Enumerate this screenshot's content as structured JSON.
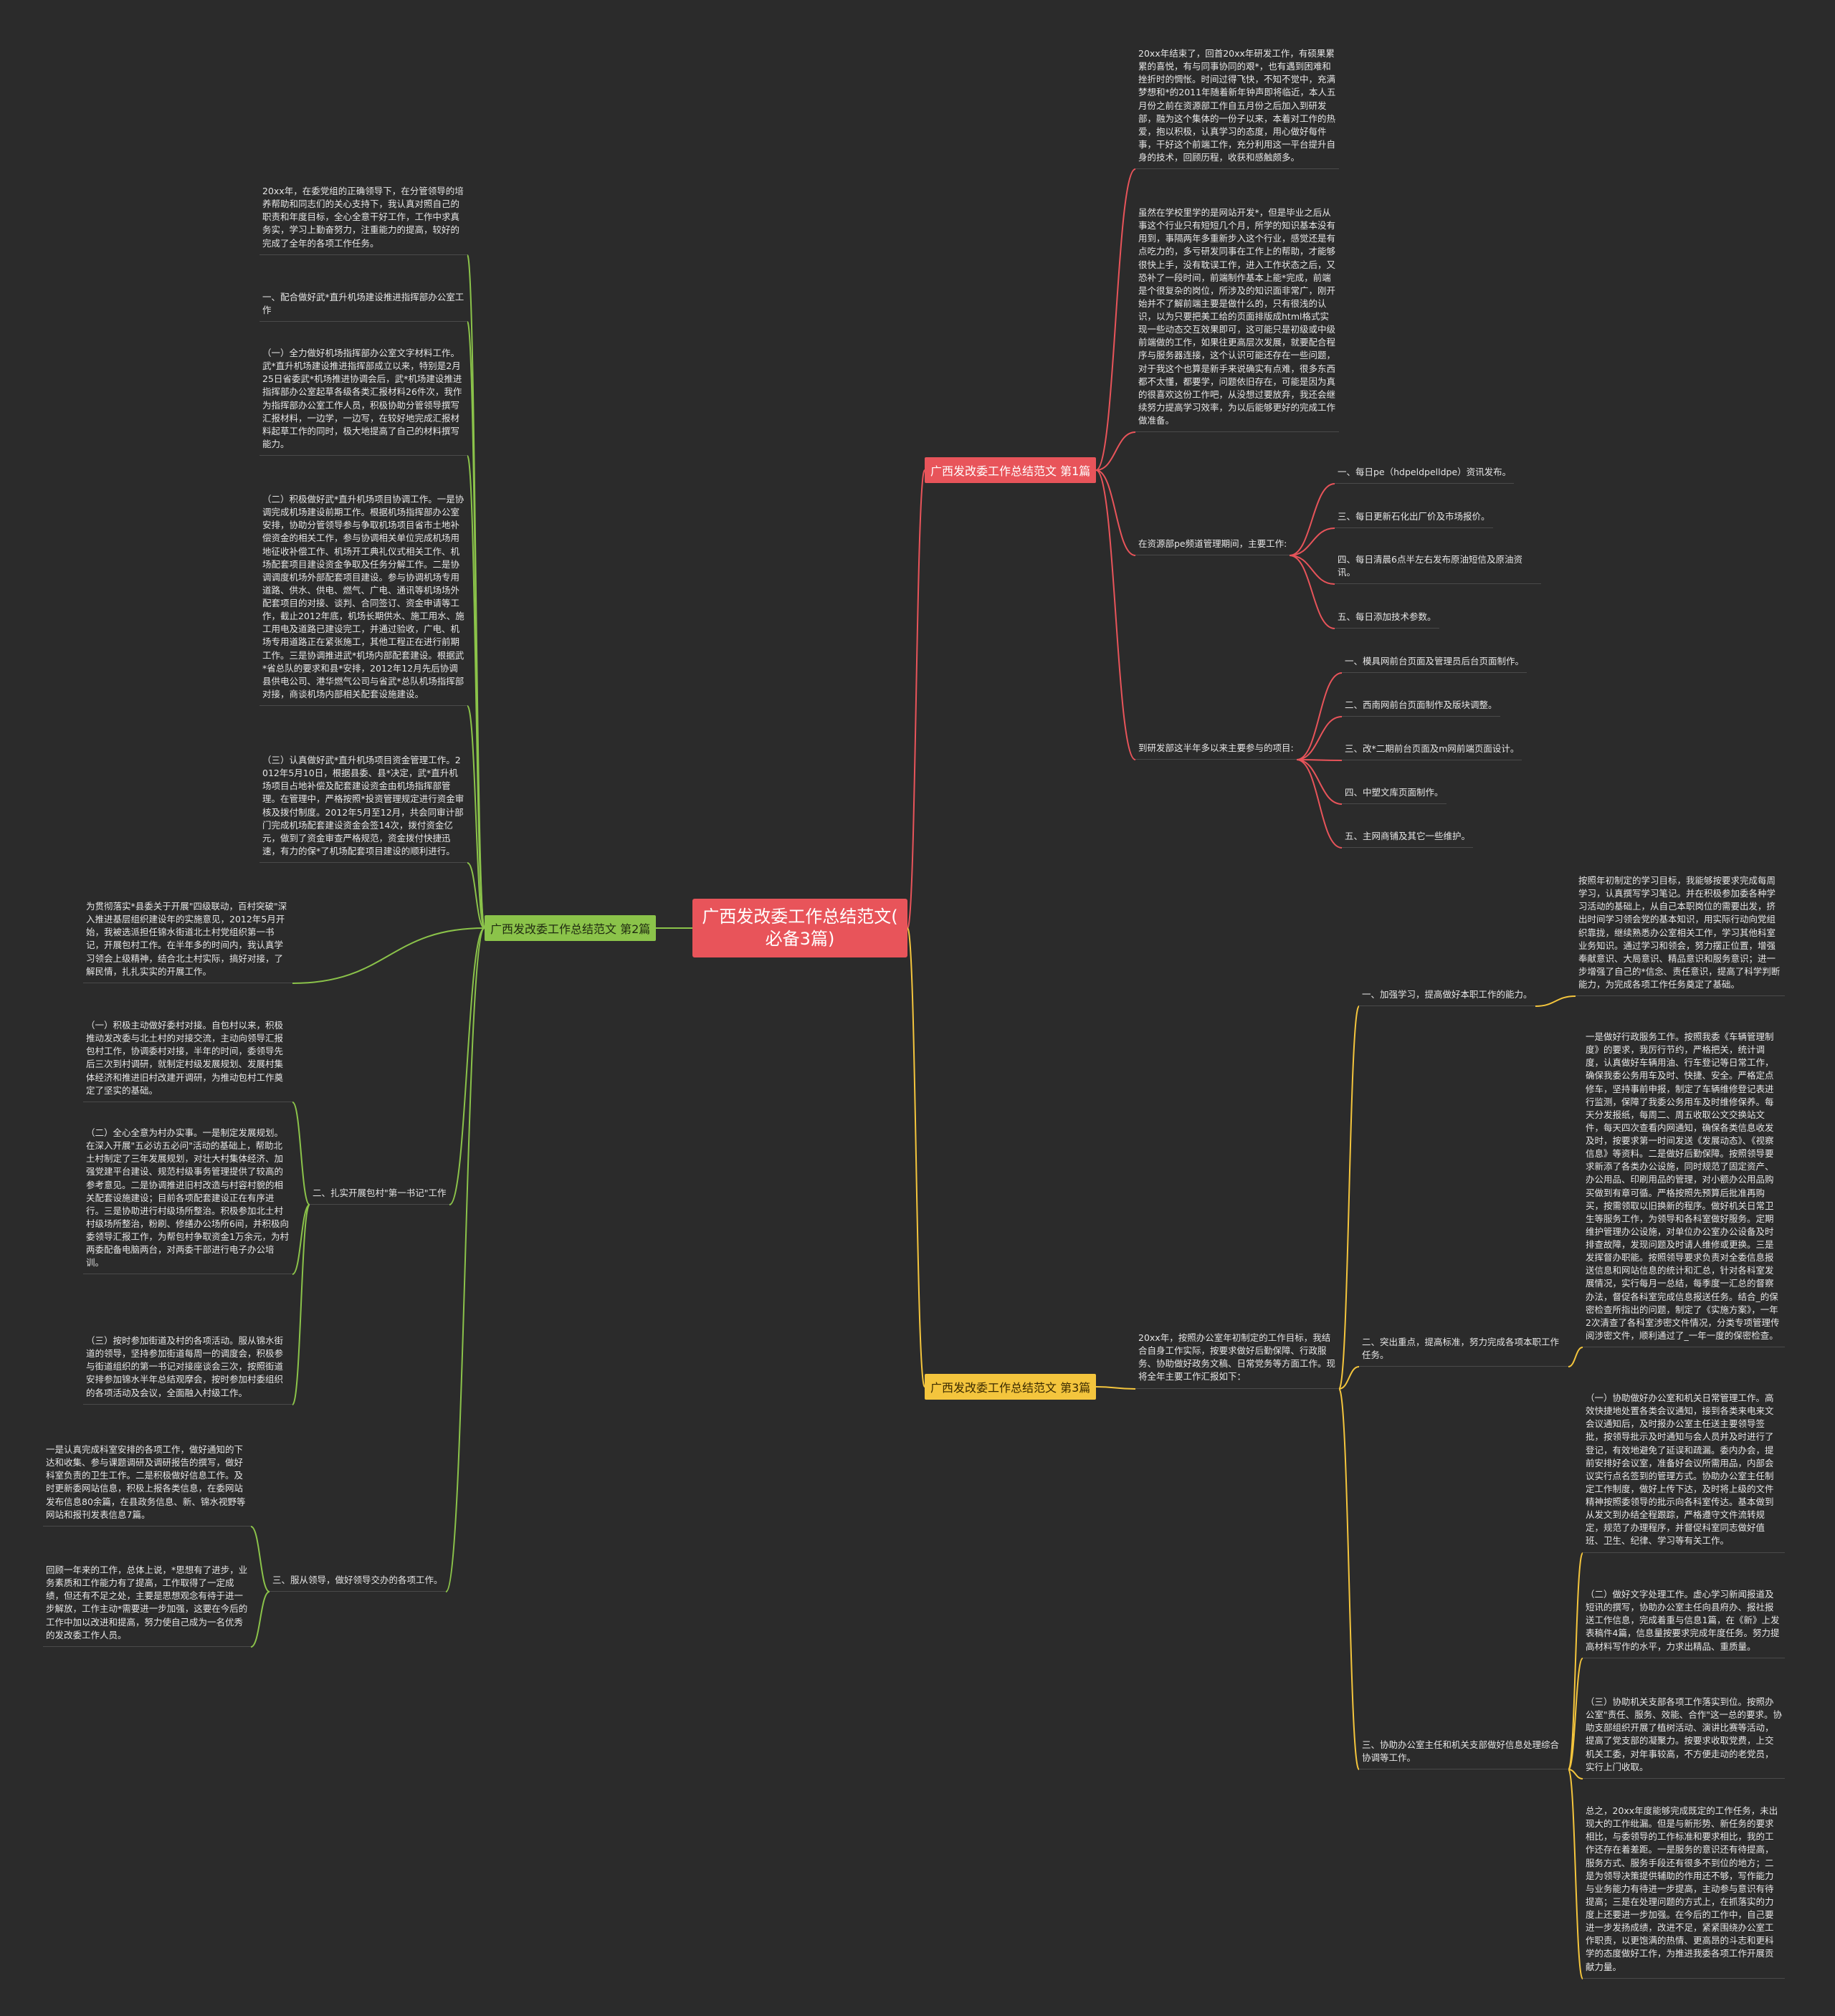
{
  "root": {
    "label": "广西发改委工作总结范文(\n必备3篇)"
  },
  "branches": {
    "b1": {
      "label": "广西发改委工作总结范文 第1篇",
      "color": "#e8545a"
    },
    "b2": {
      "label": "广西发改委工作总结范文 第2篇",
      "color": "#8bc34a"
    },
    "b3": {
      "label": "广西发改委工作总结范文 第3篇",
      "color": "#f4c53d"
    }
  },
  "nodes": {
    "b1_p1": "20xx年结束了，回首20xx年研发工作，有硕果累累的喜悦，有与同事协同的艰*，也有遇到困难和挫折时的惆怅。时间过得飞快，不知不觉中，充满梦想和*的2011年随着新年钟声即将临近，本人五月份之前在资源部工作自五月份之后加入到研发部，融为这个集体的一份子以来，本着对工作的热爱，抱以积极，认真学习的态度，用心做好每件事，干好这个前端工作，充分利用这一平台提升自身的技术，回顾历程，收获和感触颇多。",
    "b1_p2": "虽然在学校里学的是网站开发*，但是毕业之后从事这个行业只有短短几个月，所学的知识基本没有用到，事隔两年多重新步入这个行业，感觉还是有点吃力的，多亏研发同事在工作上的帮助，才能够很快上手，没有耽误工作，进入工作状态之后，又恐补了一段时间，前端制作基本上能*完成，前端是个很复杂的岗位，所涉及的知识面非常广，刚开始并不了解前端主要是做什么的，只有很浅的认识，以为只要把美工给的页面排版成html格式实现一些动态交互效果即可，这可能只是初级或中级前端做的工作，如果往更高层次发展，就要配合程序与服务器连接，这个认识可能还存在一些问题，对于我这个也算是新手来说确实有点难，很多东西都不太懂，都要学，问题依旧存在，可能是因为真的很喜欢这份工作吧，从没想过要放弃，我还会继续努力提高学习效率，为以后能够更好的完成工作做准备。",
    "b1_p3_label": "在资源部pe频道管理期间，主要工作:",
    "b1_p3_items": [
      "一、每日pe（hdpeldpelldpe）资讯发布。",
      "三、每日更新石化出厂价及市场报价。",
      "四、每日清晨6点半左右发布原油短信及原油资讯。",
      "五、每日添加技术参数。"
    ],
    "b1_p4_label": "到研发部这半年多以来主要参与的项目:",
    "b1_p4_items": [
      "一、模具网前台页面及管理员后台页面制作。",
      "二、西南网前台页面制作及版块调整。",
      "三、改*二期前台页面及m网前端页面设计。",
      "四、中塑文库页面制作。",
      "五、主网商铺及其它一些维护。"
    ],
    "b2_p1": "20xx年，在委党组的正确领导下，在分管领导的培养帮助和同志们的关心支持下，我认真对照自己的职责和年度目标，全心全意干好工作，工作中求真务实，学习上勤奋努力，注重能力的提高，较好的完成了全年的各项工作任务。",
    "b2_p2": "一、配合做好武*直升机场建设推进指挥部办公室工作",
    "b2_p3": "（一）全力做好机场指挥部办公室文字材料工作。武*直升机场建设推进指挥部成立以来，特别是2月25日省委武*机场推进协调会后，武*机场建设推进指挥部办公室起草各级各类汇报材料26件次，我作为指挥部办公室工作人员，积极协助分管领导撰写汇报材料，一边学，一边写，在较好地完成汇报材料起草工作的同时，极大地提高了自己的材料撰写能力。",
    "b2_p4": "（二）积极做好武*直升机场项目协调工作。一是协调完成机场建设前期工作。根据机场指挥部办公室安排，协助分管领导参与争取机场项目省市土地补偿资金的相关工作，参与协调相关单位完成机场用地征收补偿工作、机场开工典礼仪式相关工作、机场配套项目建设资金争取及任务分解工作。二是协调调度机场外部配套项目建设。参与协调机场专用道路、供水、供电、燃气、广电、通讯等机场场外配套项目的对接、谈判、合同签订、资金申请等工作，截止2012年底，机场长期供水、施工用水、施工用电及道路已建设完工，并通过验收，广电、机场专用道路正在紧张施工，其他工程正在进行前期工作。三是协调推进武*机场内部配套建设。根据武*省总队的要求和县*安排，2012年12月先后协调县供电公司、港华燃气公司与省武*总队机场指挥部对接，商谈机场内部相关配套设施建设。",
    "b2_p5": "（三）认真做好武*直升机场项目资金管理工作。2012年5月10日，根据县委、县*决定，武*直升机场项目占地补偿及配套建设资金由机场指挥部管理。在管理中，严格按照*投资管理规定进行资金审核及拨付制度。2012年5月至12月，共会同审计部门完成机场配套建设资金会签14次，拨付资金亿元，做到了资金审查严格规范，资金拨付快捷迅速，有力的保*了机场配套项目建设的顺利进行。",
    "b2_p6": "为贯彻落实*县委关于开展\"四级联动，百村突破\"深入推进基层组织建设年的实施意见，2012年5月开始，我被选派担任锦水街道北土村党组织第一书记，开展包村工作。在半年多的时间内，我认真学习领会上级精神，结合北土村实际，搞好对接，了解民情，扎扎实实的开展工作。",
    "b2_p7_label": "二、扎实开展包村\"第一书记\"工作",
    "b2_p7_items": [
      "（一）积极主动做好委村对接。自包村以来，积极推动发改委与北土村的对接交流，主动向领导汇报包村工作，协调委村对接，半年的时间，委领导先后三次到村调研，就制定村级发展规划、发展村集体经济和推进旧村改建开调研，为推动包村工作奠定了坚实的基础。",
      "（二）全心全意为村办实事。一是制定发展规划。在深入开展\"五必访五必问\"活动的基础上，帮助北土村制定了三年发展规划，对壮大村集体经济、加强党建平台建设、规范村级事务管理提供了较高的参考意见。二是协调推进旧村改造与村容村貌的相关配套设施建设；目前各项配套建设正在有序进行。三是协助进行村级场所整治。积极参加北土村村级场所整治，粉刷、修缮办公场所6间，并积极向委领导汇报工作，为帮包村争取资金1万余元，为村两委配备电脑两台，对两委干部进行电子办公培训。",
      "（三）按时参加街道及村的各项活动。服从锦水街道的领导，坚持参加街道每周一的调度会，积极参与街道组织的第一书记对接座谈会三次，按照街道安排参加锦水半年总结观摩会，按时参加村委组织的各项活动及会议，全面融入村级工作。"
    ],
    "b2_p8_label": "三、服从领导，做好领导交办的各项工作。",
    "b2_p8_items": [
      "一是认真完成科室安排的各项工作，做好通知的下达和收集、参与课题调研及调研报告的撰写，做好科室负责的卫生工作。二是积极做好信息工作。及时更新委网站信息，积极上报各类信息，在委网站发布信息80余篇，在县政务信息、新、锦水视野等网站和报刊发表信息7篇。",
      "回顾一年来的工作，总体上说，*思想有了进步，业务素质和工作能力有了提高，工作取得了一定成绩，但还有不足之处，主要是思想观念有待于进一步解放，工作主动*需要进一步加强，这要在今后的工作中加以改进和提高，努力使自己成为一名优秀的发改委工作人员。"
    ],
    "b3_p0": "20xx年，按照办公室年初制定的工作目标，我结合自身工作实际，按要求做好后勤保障、行政服务、协助做好政务文稿、日常党务等方面工作。现将全年主要工作汇报如下：",
    "b3_p1_label": "一、加强学习，提高做好本职工作的能力。",
    "b3_p1_text": "按照年初制定的学习目标，我能够按要求完成每周学习，认真撰写学习笔记。并在积极参加委各种学习活动的基础上，从自己本职岗位的需要出发，挤出时间学习领会党的基本知识，用实际行动向党组织靠拢，继续熟悉办公室相关工作，学习其他科室业务知识。通过学习和领会，努力摆正位置，增强奉献意识、大局意识、精品意识和服务意识；进一步增强了自己的*信念、责任意识，提高了科学判断能力，为完成各项工作任务奠定了基础。",
    "b3_p2_label": "二、突出重点，提高标准，努力完成各项本职工作任务。",
    "b3_p2_text": "一是做好行政服务工作。按照我委《车辆管理制度》的要求，我厉行节约，严格把关，统计调度，认真做好车辆用油、行车登记等日常工作，确保我委公务用车及时、快捷、安全。严格定点修车，坚持事前申报，制定了车辆维修登记表进行监测，保障了我委公务用车及时维修保养。每天分发报纸，每周二、周五收取公文交换站文件，每天四次查看内网通知，确保各类信息收发及时，按要求第一时间发送《发展动态》、《视察信息》等资料。二是做好后勤保障。按照领导要求新添了各类办公设施，同时规范了固定资产、办公用品、印刷用品的管理，对小额办公用品购买做到有章可循。严格按照先预算后批准再购买，按需领取以旧换新的程序。做好机关日常卫生等服务工作，为领导和各科室做好服务。定期维护管理办公设施，对单位办公室办公设备及时排查故障，发现问题及时请人维修或更换。三是发挥督办职能。按照领导要求负责对全委信息报送信息和网站信息的统计和汇总，针对各科室发展情况，实行每月一总结，每季度一汇总的督察办法，督促各科室完成信息报送任务。结合_的保密检查所指出的问题，制定了《实施方案》，一年2次清查了各科室涉密文件情况，分类专项管理传阅涉密文件，顺利通过了_一年一度的保密检查。",
    "b3_p3_label": "三、协助办公室主任和机关支部做好信息处理综合协调等工作。",
    "b3_p3_items": [
      "（一）协助做好办公室和机关日常管理工作。高效快捷地处置各类会议通知，接到各类来电来文会议通知后，及时报办公室主任送主要领导签批，按领导批示及时通知与会人员并及时进行了登记，有效地避免了延误和疏漏。委内办会，提前安排好会议室，准备好会议所需用品，内部会议实行点名签到的管理方式。协助办公室主任制定工作制度，做好上传下达，及时将上级的文件精神按照委领导的批示向各科室传达。基本做到从发文到办结全程跟踪，严格遵守文件流转规定，规范了办理程序，并督促科室同志做好值班、卫生、纪律、学习等有关工作。",
      "（二）做好文字处理工作。虚心学习新闻报道及短讯的撰写，协助办公室主任向县府办、报社报送工作信息，完成着重与信息1篇，在《新》上发表稿件4篇，信息量按要求完成年度任务。努力提高材料写作的水平，力求出精品、重质量。",
      "（三）协助机关支部各项工作落实到位。按照办公室\"责任、服务、效能、合作\"这一总的要求。协助支部组织开展了植树活动、演讲比赛等活动，提高了党支部的凝聚力。按要求收取党费，上交机关工委，对年事较高，不方便走动的老党员，实行上门收取。",
      "总之，20xx年度能够完成既定的工作任务，未出现大的工作纰漏。但是与新形势、新任务的要求相比，与委领导的工作标准和要求相比，我的工作还存在着差距。一是服务的意识还有待提高，服务方式、服务手段还有很多不到位的地方；二是为领导决策提供辅助的作用还不够，写作能力与业务能力有待进一步提高，主动参与意识有待提高；三是在处理问题的方式上，在抓落实的力度上还要进一步加强。在今后的工作中，自己要进一步发扬成绩，改进不足，紧紧围绕办公室工作职责，以更饱满的热情、更高昂的斗志和更科学的态度做好工作，为推进我委各项工作开展贡献力量。"
    ]
  }
}
